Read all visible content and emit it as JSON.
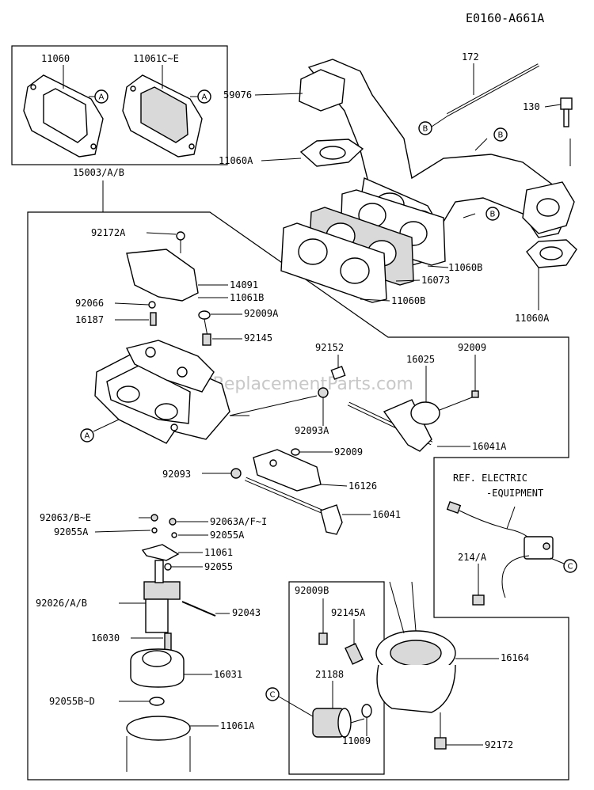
{
  "diagram_id": "E0160-A661A",
  "watermark": "eReplacementParts.com",
  "reference": {
    "line1": "REF. ELECTRIC",
    "line2": "-EQUIPMENT"
  },
  "callouts": {
    "a": "A",
    "b": "B",
    "c": "C"
  },
  "labels": {
    "p11060": "11060",
    "p11061c": "11061C~E",
    "p15003": "15003/A/B",
    "p59076": "59076",
    "p11060a_top": "11060A",
    "p172": "172",
    "p130": "130",
    "p11060b_1": "11060B",
    "p16073": "16073",
    "p11060b_2": "11060B",
    "p11060a_right": "11060A",
    "p92172a": "92172A",
    "p14091": "14091",
    "p11061b": "11061B",
    "p92066": "92066",
    "p16187": "16187",
    "p92009a": "92009A",
    "p92145": "92145",
    "p92152": "92152",
    "p16025": "16025",
    "p92009_right": "92009",
    "p92093a": "92093A",
    "p16041a": "16041A",
    "p92009_mid": "92009",
    "p92093": "92093",
    "p16126": "16126",
    "p92063be": "92063/B~E",
    "p92063afi": "92063A/F~I",
    "p92055a_left": "92055A",
    "p92055a_right": "92055A",
    "p16041": "16041",
    "p11061": "11061",
    "p92055": "92055",
    "p92026": "92026/A/B",
    "p92043": "92043",
    "p16030": "16030",
    "p16031": "16031",
    "p92055bd": "92055B~D",
    "p11061a": "11061A",
    "p214a": "214/A",
    "p92009b": "92009B",
    "p92145a": "92145A",
    "p21188": "21188",
    "p16164": "16164",
    "p11009": "11009",
    "p92172": "92172"
  }
}
